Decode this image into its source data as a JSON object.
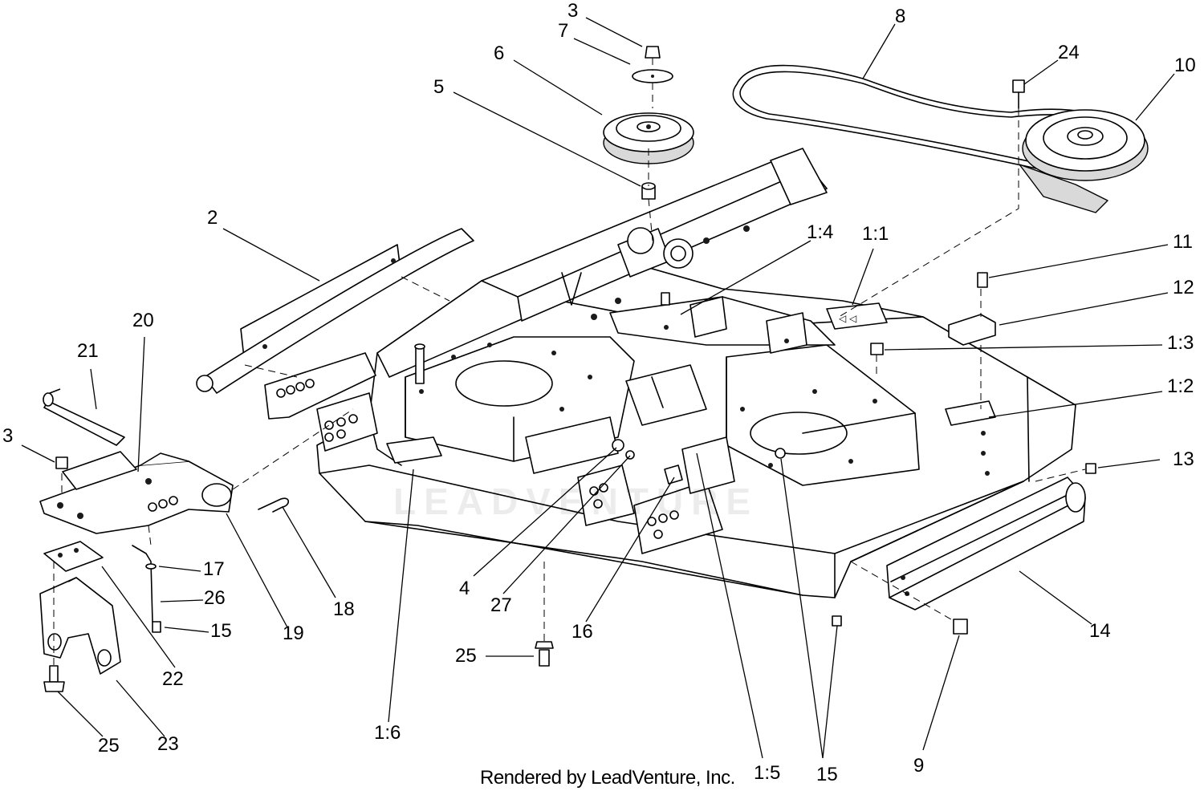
{
  "diagram": {
    "credit": "Rendered by LeadVenture, Inc.",
    "watermark": "LEADVENTURE",
    "labels": {
      "p3a": "3",
      "p7": "7",
      "p6": "6",
      "p5": "5",
      "p8": "8",
      "p24": "24",
      "p10": "10",
      "p2": "2",
      "p1_4": "1:4",
      "p1_1": "1:1",
      "p11": "11",
      "p12": "12",
      "p1_3": "1:3",
      "p20": "20",
      "p21": "21",
      "p1_2": "1:2",
      "p3b": "3",
      "p13": "13",
      "p17": "17",
      "p4": "4",
      "p26": "26",
      "p27": "27",
      "p18": "18",
      "p15a": "15",
      "p19": "19",
      "p16": "16",
      "p14": "14",
      "p22": "22",
      "p25a": "25",
      "p1_6": "1:6",
      "p25b": "25",
      "p23": "23",
      "p1_5": "1:5",
      "p15b": "15",
      "p9": "9"
    }
  }
}
